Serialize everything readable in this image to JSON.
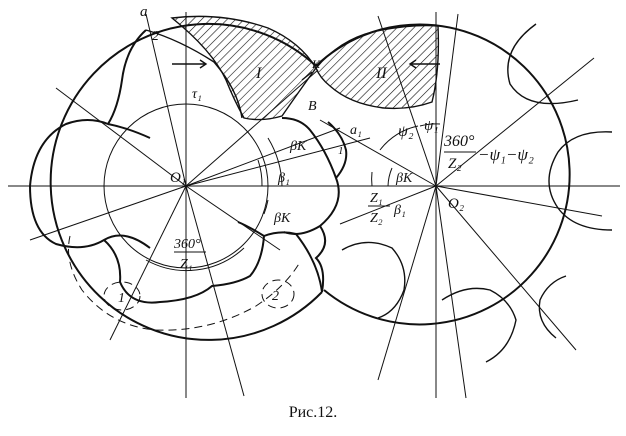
{
  "caption": "Рис.12.",
  "labels": {
    "a_top": "a",
    "two_top": "2",
    "cavity_I": "I",
    "cavity_II": "II",
    "K": "K",
    "B": "B",
    "tau1": "τ₁",
    "O1": "O₁",
    "O2": "O₂",
    "beta_K_upper": "βK",
    "beta_1": "β₁",
    "beta_K_lower": "βK",
    "angle_360_z1_num": "360°",
    "angle_360_z1_den": "Z₁",
    "a1": "a₁",
    "one_small": "1",
    "psi2": "ψ₂",
    "psi1": "ψ₁",
    "expr_360": "360°",
    "expr_z2": "Z₂",
    "expr_tail": "−ψ₁−ψ₂",
    "beta_K_right": "βK",
    "z1_num": "Z₁",
    "z2_den": "Z₂",
    "beta1_right": "β₁",
    "circle_1": "1",
    "circle_2": "2"
  }
}
